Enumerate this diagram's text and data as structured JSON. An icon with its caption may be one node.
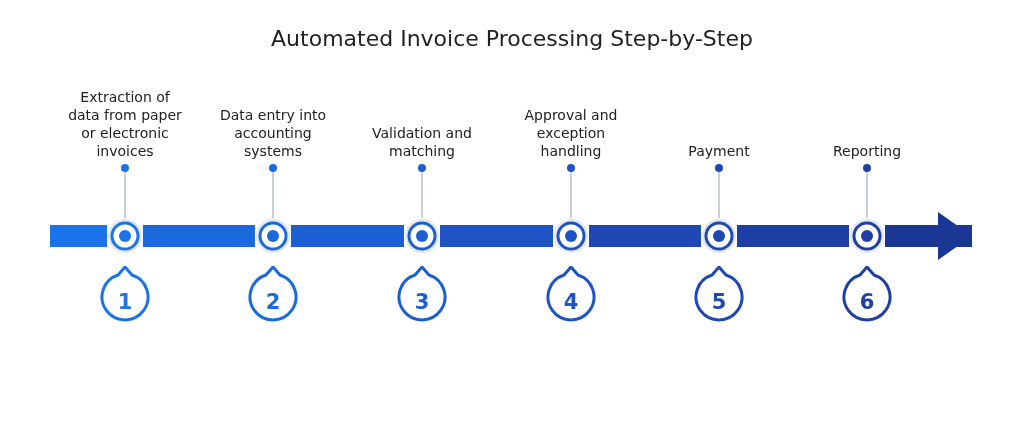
{
  "diagram": {
    "title": "Automated Invoice Processing Step-by-Step",
    "nodes": [
      {
        "text": [
          "Extraction of data from paper or electronic invoices"
        ]
      },
      {
        "text": [],
        "shape": "circle"
      },
      {
        "text": [
          "1"
        ]
      },
      {
        "text": [
          "Data entry into accounting systems"
        ]
      },
      {
        "text": [],
        "shape": "circle"
      },
      {
        "text": [
          "2"
        ]
      },
      {
        "text": [
          "Validation and matching"
        ]
      },
      {
        "text": [],
        "shape": "circle"
      },
      {
        "text": [
          "3"
        ]
      },
      {
        "text": [
          "Approval and exception handling"
        ]
      },
      {
        "text": [],
        "shape": "circle"
      },
      {
        "text": [
          "4"
        ]
      },
      {
        "text": [
          "Payment"
        ]
      },
      {
        "text": [],
        "shape": "circle"
      },
      {
        "text": [
          "5"
        ]
      },
      {
        "text": [
          "Reporting"
        ]
      },
      {
        "text": [],
        "shape": "circle"
      },
      {
        "text": [
          "6"
        ]
      }
    ],
    "edges": [
      {
        "from": 0,
        "to": 1,
        "arrow": "other",
        "color": "#b8bfcc"
      },
      {
        "from": 3,
        "to": 4,
        "arrow": "other",
        "color": "#b8bfcc"
      },
      {
        "from": 6,
        "to": 7,
        "arrow": "other",
        "color": "#b8bfcc"
      },
      {
        "from": 9,
        "to": 10,
        "arrow": "other",
        "color": "#b8bfcc"
      },
      {
        "from": 12,
        "to": 13,
        "arrow": "other",
        "color": "#b8bfcc"
      },
      {
        "from": 15,
        "to": 16,
        "arrow": "other",
        "color": "#b8bfcc"
      },
      {
        "from": null,
        "to": 1,
        "arrow": "none",
        "color": "#1a73e8"
      },
      {
        "from": 1,
        "to": 4,
        "arrow": "none",
        "color": "#1a6ade"
      },
      {
        "from": 4,
        "to": 7,
        "arrow": "none",
        "color": "#1c5fd2"
      },
      {
        "from": 7,
        "to": 10,
        "arrow": "none",
        "color": "#1e53c4"
      },
      {
        "from": 10,
        "to": 13,
        "arrow": "none",
        "color": "#1f48b4"
      },
      {
        "from": 13,
        "to": 16,
        "arrow": "none",
        "color": "#1e3fa4"
      },
      {
        "from": 16,
        "to": null,
        "arrow": "to",
        "color": "#1b3794"
      }
    ]
  }
}
